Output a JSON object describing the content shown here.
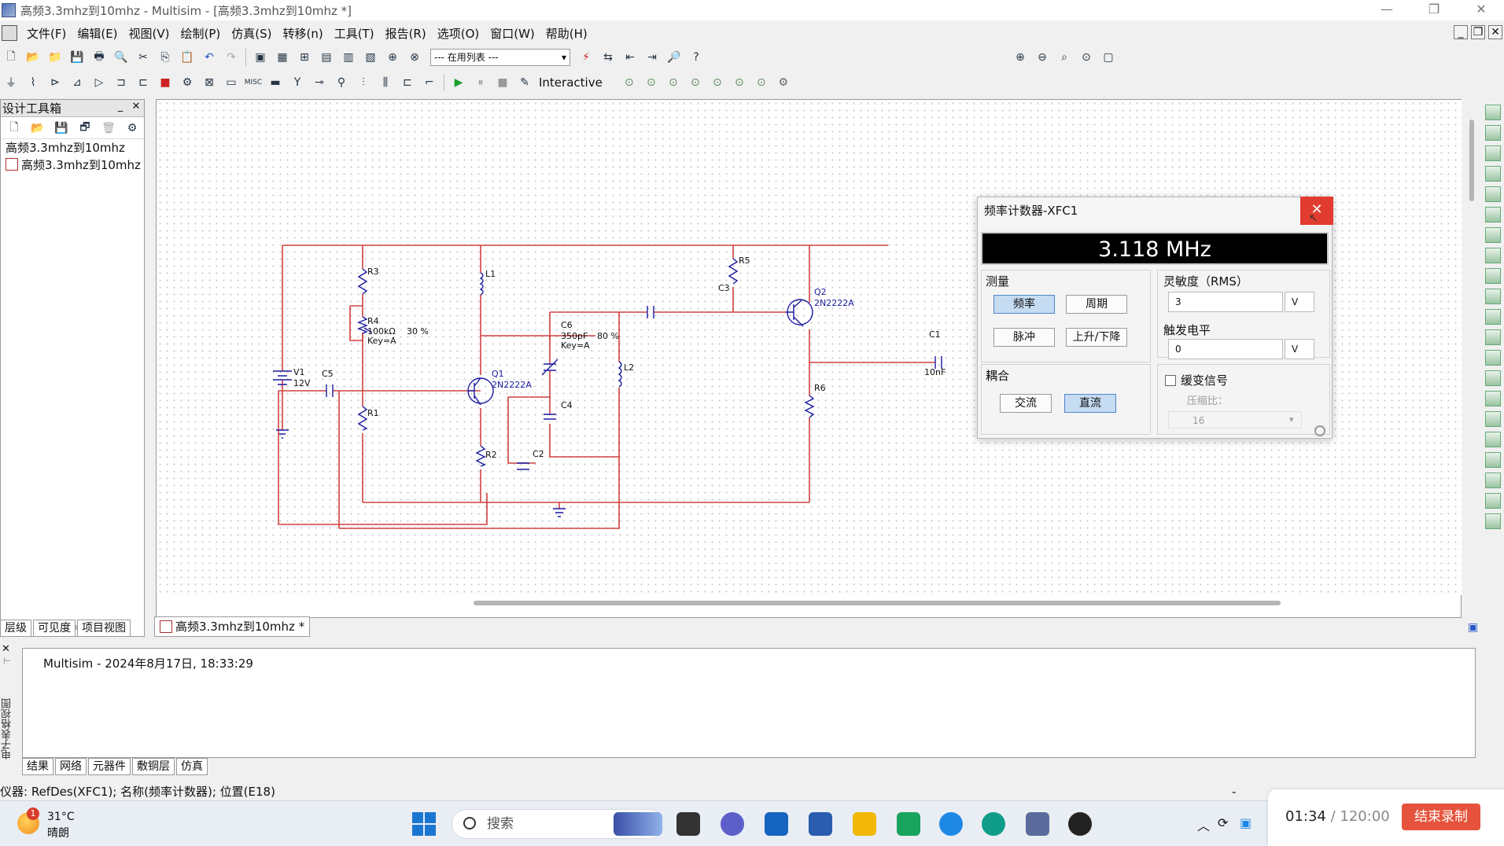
{
  "window": {
    "title": "高频3.3mhz到10mhz - Multisim - [高频3.3mhz到10mhz *]",
    "controls": [
      "—",
      "❐",
      "✕"
    ]
  },
  "menu": [
    "文件(F)",
    "编辑(E)",
    "视图(V)",
    "绘制(P)",
    "仿真(S)",
    "转移(n)",
    "工具(T)",
    "报告(R)",
    "选项(O)",
    "窗口(W)",
    "帮助(H)"
  ],
  "toolbar": {
    "in_use_list": "--- 在用列表 ---",
    "interactive_label": "Interactive"
  },
  "design_toolbox": {
    "title": "设计工具箱",
    "tree": [
      "高频3.3mhz到10mhz",
      "高频3.3mhz到10mhz"
    ],
    "tabs": [
      "层级",
      "可见度",
      "项目视图"
    ]
  },
  "document_tab": "高频3.3mhz到10mhz *",
  "schematic": {
    "wire_color": "#d04040",
    "component_color": "#1a1aa0",
    "labels": {
      "V1": "V1",
      "V1_val": "12V",
      "R3": "R3",
      "R4": "R4",
      "R4_val": "100kΩ",
      "R4_pct": "30 %",
      "R4_key": "Key=A",
      "R1": "R1",
      "R2": "R2",
      "C5": "C5",
      "C2": "C2",
      "Q1": "Q1",
      "Q1_model": "2N2222A",
      "L1": "L1",
      "C6": "C6",
      "C6_val": "350pF",
      "C6_pct": "80 %",
      "C6_key": "Key=A",
      "L2": "L2",
      "C4": "C4",
      "C3": "C3",
      "R5": "R5",
      "Q2": "Q2",
      "Q2_model": "2N2222A",
      "R6": "R6",
      "C1": "C1",
      "C1_val": "10nF"
    }
  },
  "freq_counter": {
    "title": "频率计数器-XFC1",
    "reading": "3.118 MHz",
    "measure_label": "测量",
    "buttons": {
      "freq": "频率",
      "period": "周期",
      "pulse": "脉冲",
      "rise_fall": "上升/下降"
    },
    "coupling_label": "耦合",
    "coupling": {
      "ac": "交流",
      "dc": "直流"
    },
    "sensitivity_label": "灵敏度（RMS）",
    "sensitivity_value": "3",
    "sensitivity_unit": "V",
    "trigger_label": "触发电平",
    "trigger_value": "0",
    "trigger_unit": "V",
    "slow_signal_label": "缓变信号",
    "compression_label": "压缩比：",
    "compression_value": "16"
  },
  "spreadsheet": {
    "vertical_label": "电子表格视图",
    "log_line": "Multisim  -  2024年8月17日, 18:33:29",
    "tabs": [
      "结果",
      "网络",
      "元器件",
      "敷铜层",
      "仿真"
    ]
  },
  "status": {
    "text": "仪器: RefDes(XFC1); 名称(频率计数器); 位置(E18)",
    "dash": "-"
  },
  "taskbar": {
    "weather_badge": "1",
    "temperature": "31°C",
    "weather": "晴朗",
    "search_placeholder": "搜索"
  },
  "recorder": {
    "elapsed": "01:34",
    "total": "/ 120:00",
    "stop_label": "结束录制"
  }
}
